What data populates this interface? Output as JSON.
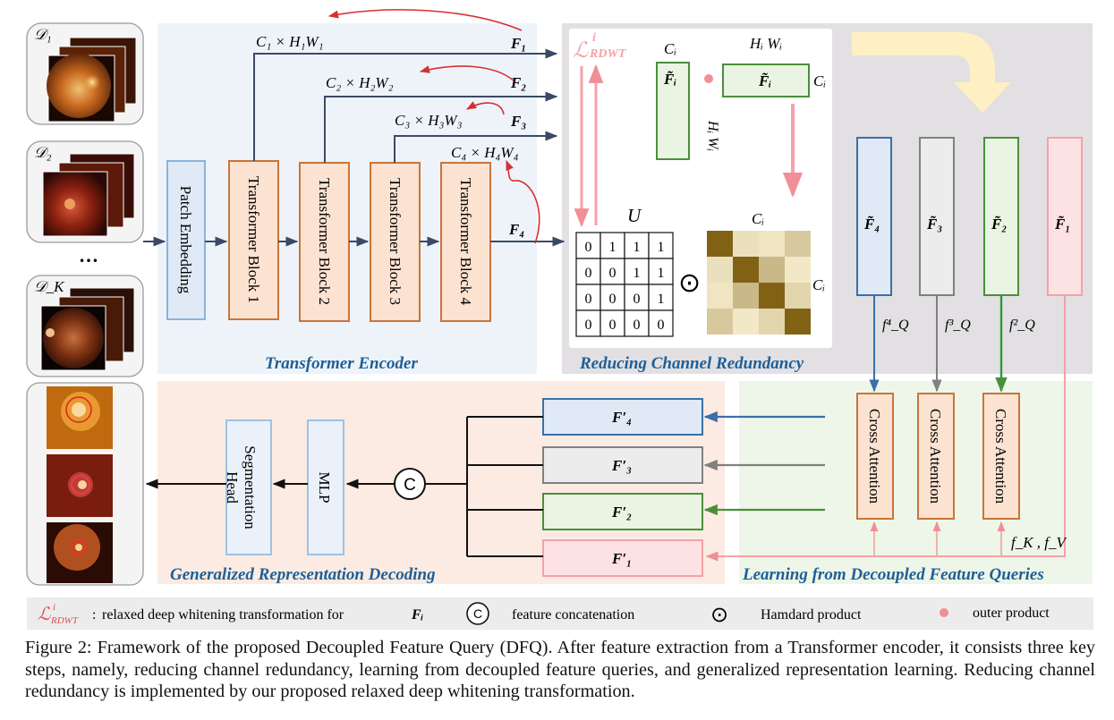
{
  "datasets": {
    "d1": "𝒟₁",
    "d2": "𝒟₂",
    "dk": "𝒟_K",
    "dots": "…"
  },
  "encoder": {
    "title": "Transformer Encoder",
    "patch_embedding": "Patch Embedding",
    "blocks": [
      "Transformer Block 1",
      "Transformer Block 2",
      "Transformer Block 3",
      "Transformer Block 4"
    ],
    "feature_sizes": [
      "C₁ × H₁W₁",
      "C₂ × H₂W₂",
      "C₃ × H₃W₃",
      "C₄ × H₄W₄"
    ],
    "feature_labels": [
      "F₁",
      "F₂",
      "F₃",
      "F₄"
    ]
  },
  "rdwt": {
    "title": "Reducing Channel Redundancy",
    "loss_symbol": "ℒ",
    "loss_sub": "RDWT",
    "loss_sup": "i",
    "ci": "Cᵢ",
    "hiwi": "Hᵢ Wᵢ",
    "ftilde": "F̃ᵢ",
    "u_label": "U",
    "u_matrix": [
      [
        0,
        1,
        1,
        1
      ],
      [
        0,
        0,
        1,
        1
      ],
      [
        0,
        0,
        0,
        1
      ],
      [
        0,
        0,
        0,
        0
      ]
    ],
    "hadamard": "⊙",
    "heat_matrix": [
      [
        0.95,
        0.15,
        0.12,
        0.3
      ],
      [
        0.15,
        0.95,
        0.4,
        0.1
      ],
      [
        0.12,
        0.4,
        0.95,
        0.22
      ],
      [
        0.3,
        0.1,
        0.22,
        0.95
      ]
    ],
    "colors": {
      "pink": "#f4a2a6",
      "accent_arrow": "#f08f96"
    }
  },
  "queries": {
    "title": "Learning from Decoupled Feature Queries",
    "feature_blocks": [
      "F̃₄",
      "F̃₃",
      "F̃₂",
      "F̃₁"
    ],
    "query_labels": [
      "f⁴_Q",
      "f³_Q",
      "f²_Q"
    ],
    "cross_attention": [
      "Cross Attention",
      "Cross Attention",
      "Cross Attention"
    ],
    "kv_label": "f_K , f_V",
    "colors": {
      "blue": "#3b6fa8",
      "gray": "#808080",
      "green": "#4a8f3b",
      "pink": "#f4a2a6"
    }
  },
  "decoding": {
    "title": "Generalized Representation Decoding",
    "out_features": [
      "F′₄",
      "F′₃",
      "F′₂",
      "F′₁"
    ],
    "concat_symbol": "C",
    "mlp": "MLP",
    "seg_head": "Segmentation Head"
  },
  "legend": {
    "rdwt_desc": "relaxed deep whitening transformation for",
    "rdwt_target": "Fᵢ",
    "concat": "feature concatenation",
    "hadamard": "Hamdard product",
    "outer": "outer product"
  },
  "caption": "Figure 2: Framework of the proposed Decoupled Feature Query (DFQ). After feature extraction from a Transformer encoder, it consists three key steps, namely, reducing channel redundancy, learning from decoupled feature queries, and generalized representation learning. Reducing channel redundancy is implemented by our proposed relaxed deep whitening transformation."
}
